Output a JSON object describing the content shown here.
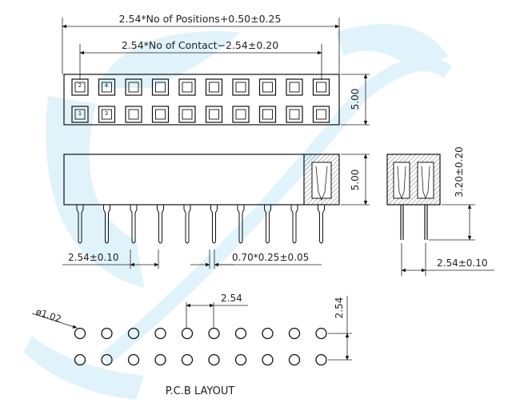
{
  "drawing": {
    "dims": {
      "positions": "2.54*No  of  Positions+0.50±0.25",
      "contact": "2.54*No  of  Contact−2.54±0.20",
      "top_height": "5.00",
      "side_height": "5.00",
      "end_height": "3.20±0.20",
      "pitch": "2.54±0.10",
      "pin": "0.70*0.25±0.05",
      "end_pitch": "2.54±0.10",
      "pcb_pitch_x": "2.54",
      "pcb_pitch_y": "2.54",
      "hole": "ø1.02"
    },
    "pin_numbers": {
      "top_first": "2",
      "top_second": "4",
      "bottom_first": "1",
      "bottom_second": "3"
    },
    "pcb_label": "P.C.B  LAYOUT",
    "columns": 10,
    "rows": 2,
    "watermark_color": "#c8eaf7"
  }
}
